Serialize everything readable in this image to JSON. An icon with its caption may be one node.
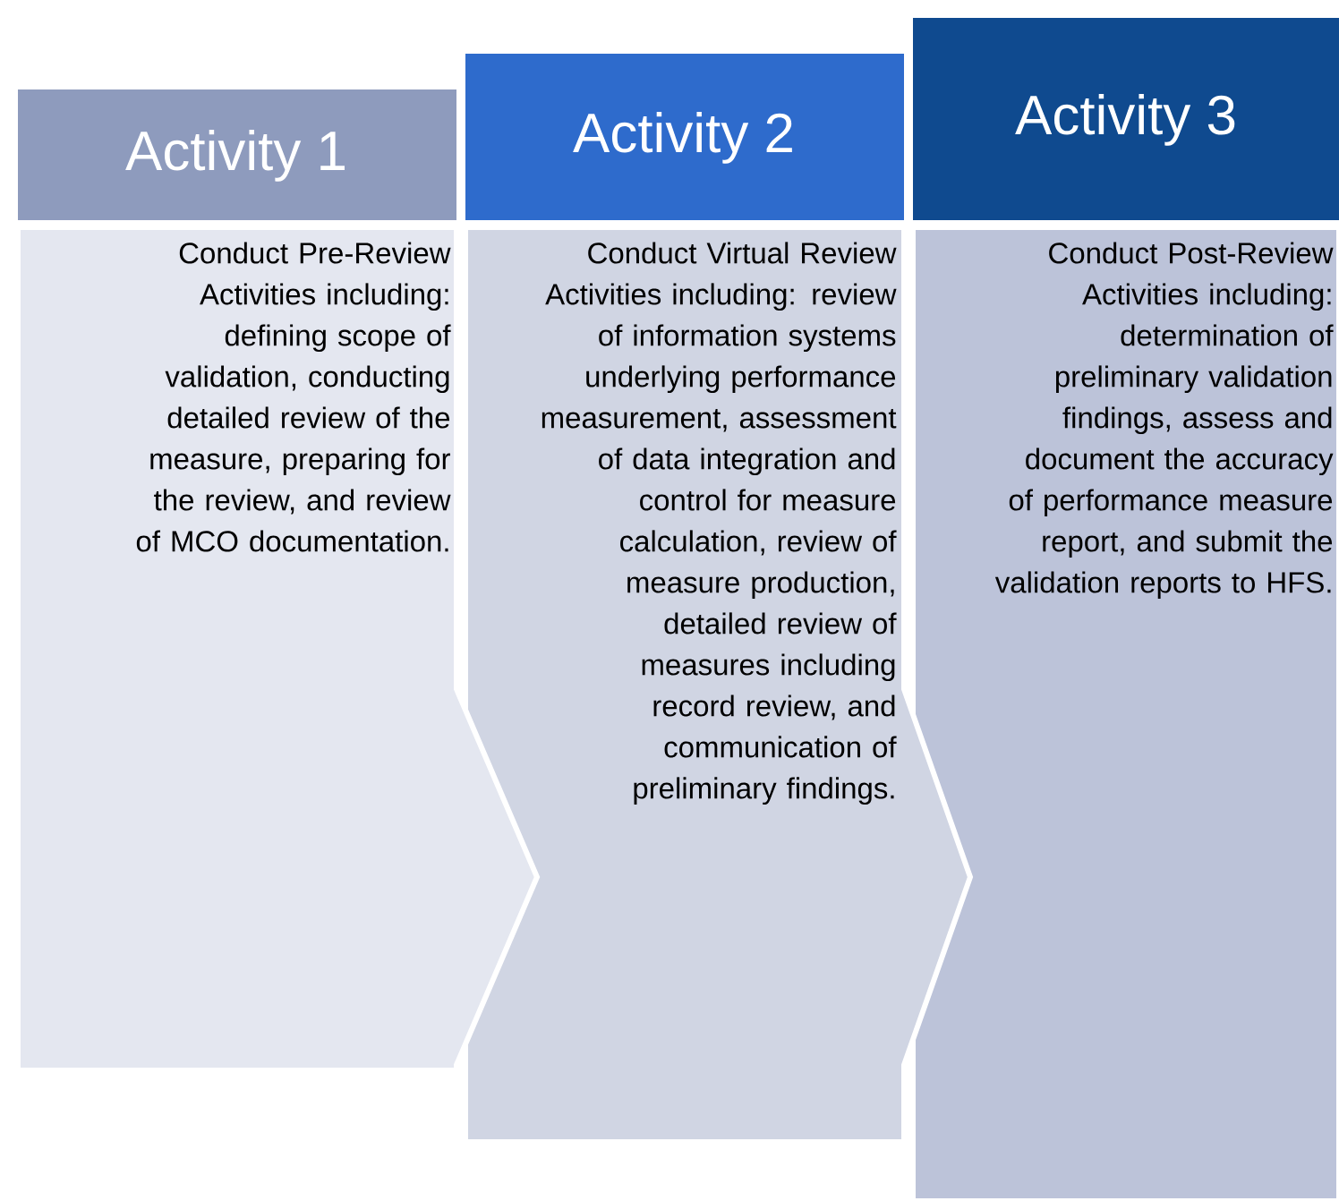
{
  "diagram": {
    "nodes": [
      {
        "text": [
          "Activity 1"
        ]
      },
      {
        "text": [
          "Activity 2"
        ]
      },
      {
        "text": [
          "Activity 3"
        ]
      },
      {
        "text": [
          "Conduct Pre-Review Activities including: defining scope of validation, conducting detailed review of the measure, preparing for the review, and review of MCO documentation."
        ]
      },
      {
        "text": [
          "Conduct Virtual Review Activities including: review of information systems underlying performance measurement, assessment of data integration and control for measure calculation, review of measure production, detailed review of measures including record review, and communication of preliminary findings."
        ]
      },
      {
        "text": [
          "Conduct Post-Review Activities including: determination of preliminary validation findings, assess and document the accuracy of performance measure report, and submit the validation reports to HFS."
        ]
      }
    ]
  }
}
